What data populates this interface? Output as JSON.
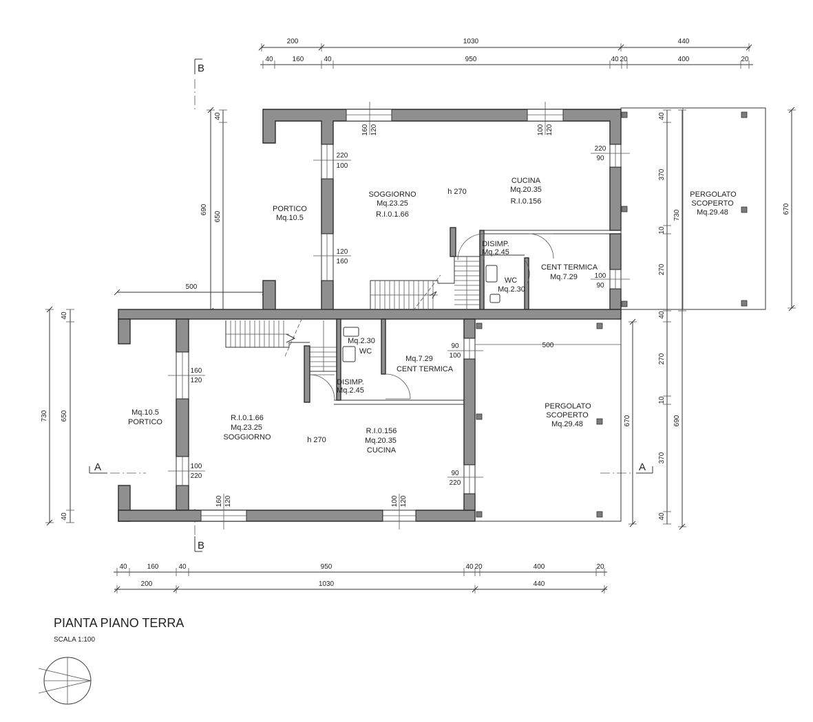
{
  "drawing": {
    "title": "PIANTA PIANO TERRA",
    "scale": "SCALA 1:100",
    "section_a": "A",
    "section_b": "B"
  },
  "upper_unit": {
    "portico": {
      "name": "PORTICO",
      "area": "Mq.10.5"
    },
    "soggiorno": {
      "name": "SOGGIORNO",
      "area": "Mq.23.25",
      "ri": "R.I.0.1.66"
    },
    "height": "h 270",
    "cucina": {
      "name": "CUCINA",
      "area": "Mq.20.35",
      "ri": "R.I.0.156"
    },
    "disimp": {
      "name": "DISIMP.",
      "area": "Mq.2.45"
    },
    "wc": {
      "name": "WC",
      "area": "Mq.2.30"
    },
    "cent_termica": {
      "name": "CENT TERMICA",
      "area": "Mq.7.29"
    },
    "pergolato": {
      "line1": "PERGOLATO",
      "line2": "SCOPERTO",
      "area": "Mq.29.48"
    },
    "windows": {
      "w1_a": "120",
      "w1_b": "160",
      "w2_a": "120",
      "w2_b": "100",
      "w3_a": "220",
      "w3_b": "100",
      "w4_a": "120",
      "w4_b": "160",
      "w5_a": "220",
      "w5_b": "90",
      "w6_a": "100",
      "w6_b": "90"
    }
  },
  "lower_unit": {
    "portico": {
      "area": "Mq.10.5",
      "name": "PORTICO"
    },
    "soggiorno": {
      "ri": "R.I.0.1.66",
      "area": "Mq.23.25",
      "name": "SOGGIORNO"
    },
    "height": "h 270",
    "cucina": {
      "ri": "R.I.0.156",
      "area": "Mq.20.35",
      "name": "CUCINA"
    },
    "disimp": {
      "name": "DISIMP.",
      "area": "Mq.2.45"
    },
    "wc": {
      "area": "Mq.2.30",
      "name": "WC"
    },
    "cent_termica": {
      "area": "Mq.7.29",
      "name": "CENT TERMICA"
    },
    "pergolato": {
      "line1": "PERGOLATO",
      "line2": "SCOPERTO",
      "area": "Mq.29.48"
    },
    "windows": {
      "w1_a": "160",
      "w1_b": "120",
      "w2_a": "100",
      "w2_b": "220",
      "w3_a": "160",
      "w3_b": "120",
      "w4_a": "100",
      "w4_b": "120",
      "w5_a": "90",
      "w5_b": "100",
      "w6_a": "90",
      "w6_b": "220"
    }
  },
  "dimensions": {
    "top_overall": [
      "200",
      "1030",
      "440"
    ],
    "top_detail": [
      "40",
      "160",
      "40",
      "950",
      "40",
      "20",
      "400",
      "20"
    ],
    "bottom_detail": [
      "40",
      "160",
      "40",
      "950",
      "40",
      "20",
      "400",
      "20"
    ],
    "bottom_overall": [
      "200",
      "1030",
      "440"
    ],
    "left_upper_outer": "690",
    "left_upper_inner_top": "40",
    "left_upper_inner": "650",
    "portico_width": "500",
    "left_lower_outer": "730",
    "left_lower_inner_top": "40",
    "left_lower_inner": "650",
    "left_lower_inner_bottom": "40",
    "right_upper_inner": [
      "40",
      "370",
      "10",
      "270",
      "40"
    ],
    "right_upper_mid": "730",
    "right_upper_outer": "670",
    "right_lower_inner": [
      "40",
      "270",
      "10",
      "370",
      "40"
    ],
    "right_lower_mid": "670",
    "right_lower_outer": "690",
    "pergolato_width": "500"
  }
}
